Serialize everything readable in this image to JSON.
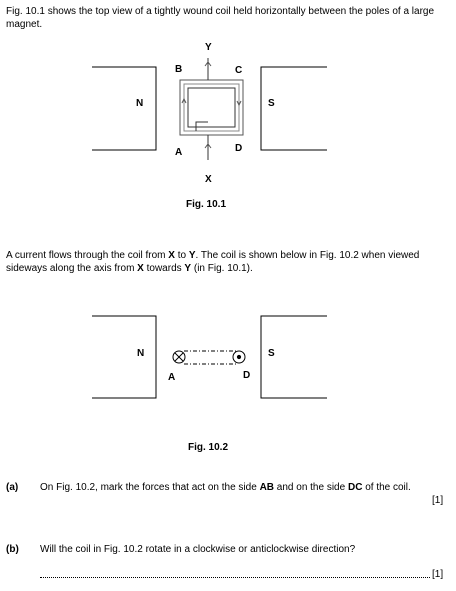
{
  "intro1": "Fig. 10.1 shows the top view of a tightly wound coil held horizontally between the poles of a large magnet.",
  "fig1": {
    "caption": "Fig. 10.1",
    "pole_left": "N",
    "pole_right": "S",
    "labels": {
      "Y": "Y",
      "X": "X",
      "A": "A",
      "B": "B",
      "C": "C",
      "D": "D"
    }
  },
  "intro2": {
    "p1": "A current flows through the coil from ",
    "X": "X",
    "p2": " to ",
    "Y": "Y",
    "p3": ". The coil is shown below in Fig. 10.2 when viewed sideways along the axis from ",
    "X2": "X",
    "p4": " towards ",
    "Y2": "Y",
    "p5": " (in Fig. 10.1)."
  },
  "fig2": {
    "caption": "Fig. 10.2",
    "pole_left": "N",
    "pole_right": "S",
    "label_A": "A",
    "label_D": "D"
  },
  "question_a": {
    "label": "(a)",
    "t1": "On Fig. 10.2, mark the forces that act on the side ",
    "AB": "AB",
    "t2": " and on the side ",
    "DC": "DC",
    "t3": " of the coil.",
    "marks": "[1]"
  },
  "question_b": {
    "label": "(b)",
    "text": "Will the coil in Fig. 10.2 rotate in a clockwise or anticlockwise direction?",
    "marks": "[1]"
  }
}
